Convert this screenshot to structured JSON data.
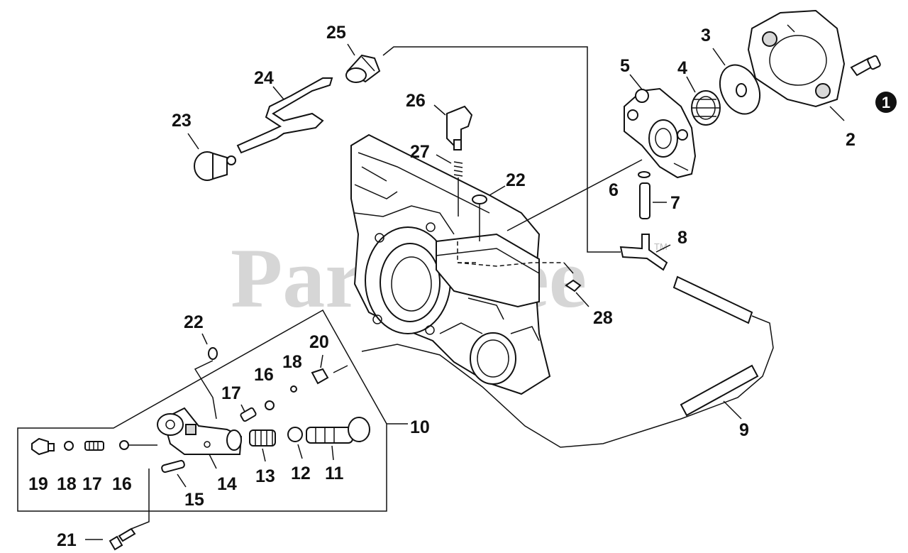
{
  "watermark": {
    "text": "PartsTree",
    "tm": "TM"
  },
  "callouts": {
    "c1": "1",
    "c2": "2",
    "c3": "3",
    "c4": "4",
    "c5": "5",
    "c6": "6",
    "c7": "7",
    "c8": "8",
    "c9": "9",
    "c10": "10",
    "c11": "11",
    "c12": "12",
    "c13": "13",
    "c14": "14",
    "c15": "15",
    "c16a": "16",
    "c16b": "16",
    "c17a": "17",
    "c17b": "17",
    "c18a": "18",
    "c18b": "18",
    "c19": "19",
    "c20": "20",
    "c21": "21",
    "c22a": "22",
    "c22b": "22",
    "c23": "23",
    "c24": "24",
    "c25": "25",
    "c26": "26",
    "c27": "27",
    "c28": "28"
  }
}
